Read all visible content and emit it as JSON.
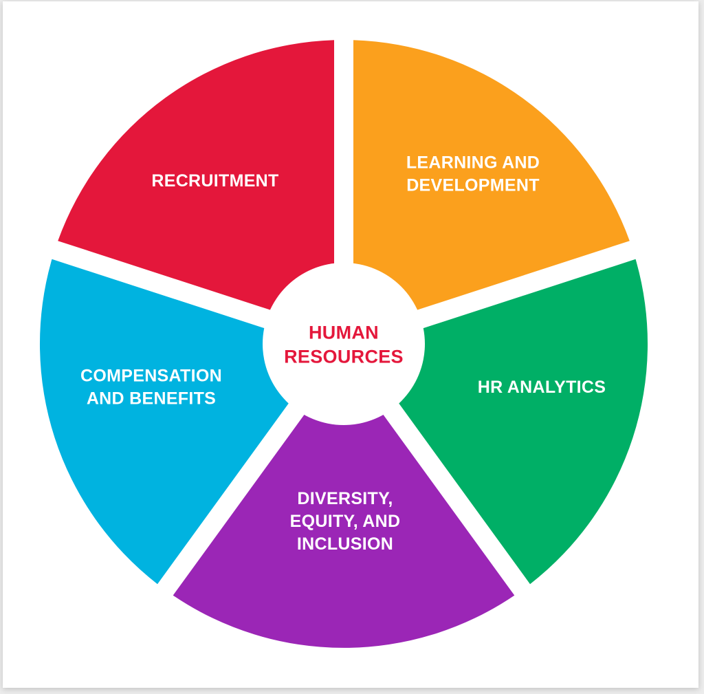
{
  "center": {
    "lines": [
      "HUMAN",
      "RESOURCES"
    ],
    "color": "#e4173b"
  },
  "segments": [
    {
      "name": "recruitment",
      "lines": [
        "RECRUITMENT"
      ],
      "color": "#e4173b"
    },
    {
      "name": "learning-and-development",
      "lines": [
        "LEARNING AND",
        "DEVELOPMENT"
      ],
      "color": "#fba01d"
    },
    {
      "name": "hr-analytics",
      "lines": [
        "HR ANALYTICS"
      ],
      "color": "#00af66"
    },
    {
      "name": "diversity-equity-inclusion",
      "lines": [
        "DIVERSITY,",
        "EQUITY, AND",
        "INCLUSION"
      ],
      "color": "#9b26b6"
    },
    {
      "name": "compensation-and-benefits",
      "lines": [
        "COMPENSATION",
        "AND BENEFITS"
      ],
      "color": "#00b3e0"
    }
  ]
}
